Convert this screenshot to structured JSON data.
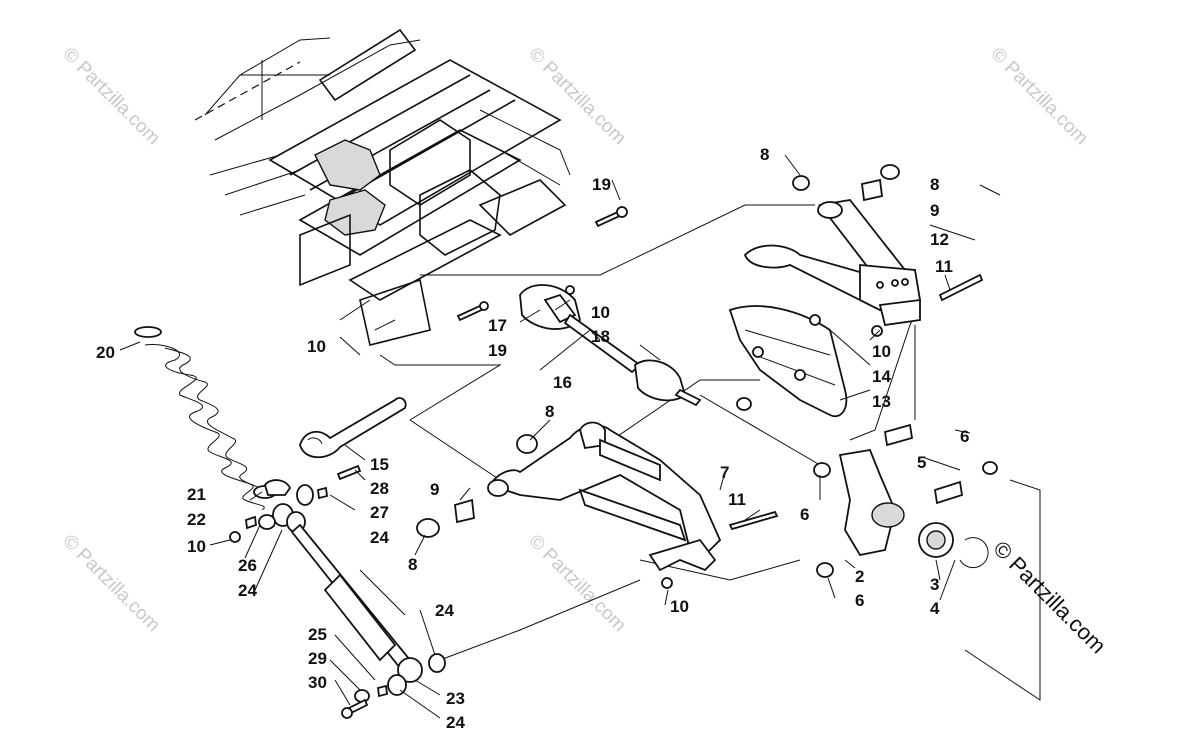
{
  "watermarks": {
    "faint": "© Partzilla.com",
    "main": "© Partzilla.com"
  },
  "callouts": {
    "c1": "8",
    "c2": "19",
    "c3": "8",
    "c4": "9",
    "c5": "12",
    "c6": "11",
    "c7": "10",
    "c8": "17",
    "c9": "18",
    "c10": "10",
    "c11": "19",
    "c12": "20",
    "c13": "10",
    "c14": "14",
    "c15": "16",
    "c16": "13",
    "c17": "8",
    "c18": "6",
    "c19": "15",
    "c20": "5",
    "c21": "28",
    "c22": "21",
    "c23": "9",
    "c24": "7",
    "c25": "27",
    "c26": "22",
    "c27": "24",
    "c28": "11",
    "c29": "6",
    "c30": "10",
    "c31": "26",
    "c32": "8",
    "c33": "24",
    "c34": "2",
    "c35": "3",
    "c36": "6",
    "c37": "4",
    "c38": "10",
    "c39": "24",
    "c40": "25",
    "c41": "29",
    "c42": "30",
    "c43": "23",
    "c44": "24"
  }
}
